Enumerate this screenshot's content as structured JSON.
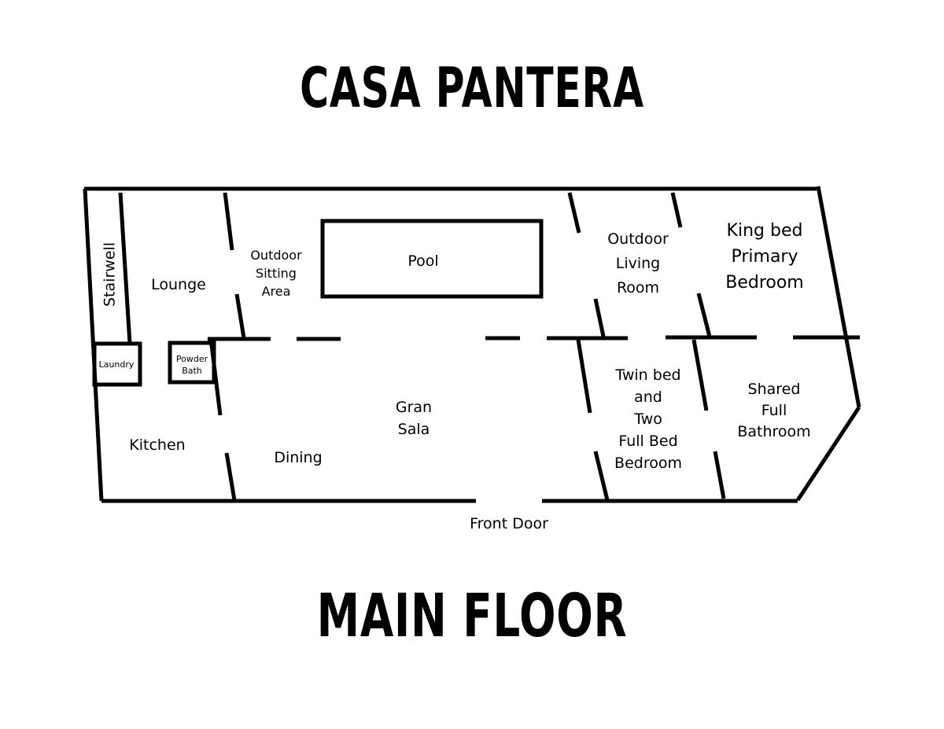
{
  "title": "CASA PANTERA",
  "subtitle": "MAIN FLOOR",
  "rooms": {
    "stairwell": "Stairwell",
    "lounge": "Lounge",
    "outdoor_sitting": [
      "Outdoor",
      "Sitting",
      "Area"
    ],
    "pool": "Pool",
    "outdoor_living": [
      "Outdoor",
      "Living",
      "Room"
    ],
    "king_bedroom": [
      "King bed",
      "Primary",
      "Bedroom"
    ],
    "laundry": "Laundry",
    "powder_bath": [
      "Powder",
      "Bath"
    ],
    "kitchen": "Kitchen",
    "dining": "Dining",
    "gran_sala": [
      "Gran",
      "Sala"
    ],
    "twin_bedroom": [
      "Twin bed",
      "and",
      "Two",
      "Full Bed",
      "Bedroom"
    ],
    "shared_bathroom": [
      "Shared",
      "Full",
      "Bathroom"
    ]
  },
  "front_door": "Front Door"
}
